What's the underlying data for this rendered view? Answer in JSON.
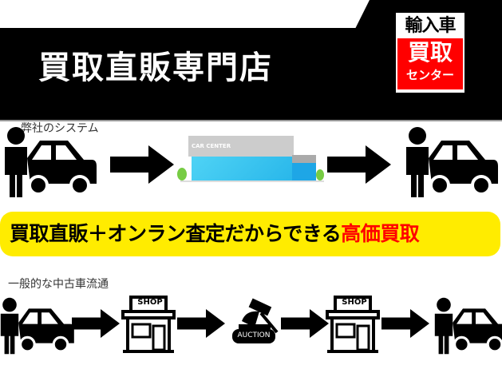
{
  "header": {
    "title": "買取直販専門店"
  },
  "logo": {
    "line1": "輸入車",
    "line2": "買取",
    "line3": "センター"
  },
  "our_system": {
    "label": "弊社のシステム",
    "store_sign": "CAR CENTER"
  },
  "banner": {
    "text": "買取直販＋オンラン査定だからできる",
    "highlight": "高価買取",
    "color": "#ffec00",
    "highlight_color": "#ff0000"
  },
  "general": {
    "label": "一般的な中古車流通",
    "shop1": "SHOP",
    "auction": "AUCTION",
    "shop2": "SHOP"
  }
}
